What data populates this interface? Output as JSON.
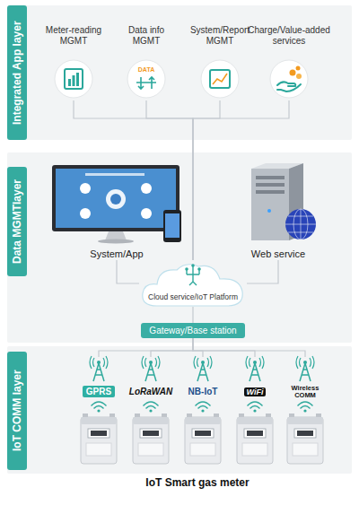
{
  "diagram": {
    "caption": "IoT Smart gas meter",
    "nodes": [
      {
        "text": [
          "Integrated App layer"
        ]
      },
      {
        "text": [
          "Meter-reading MGMT"
        ],
        "in": 0
      },
      {
        "text": [
          "Data info MGMT"
        ],
        "in": 0
      },
      {
        "text": [
          "System/Report MGMT"
        ],
        "in": 0
      },
      {
        "text": [
          "Charge/Value-added services"
        ],
        "in": 0
      },
      {
        "text": [
          "Data MGMTlayer"
        ]
      },
      {
        "text": [
          "System/App"
        ],
        "in": 5
      },
      {
        "text": [
          "Web service"
        ],
        "in": 5
      },
      {
        "text": [
          "Cloud service/IoT Platform"
        ],
        "in": 5
      },
      {
        "text": [
          "Gateway/Base station"
        ],
        "in": 5
      },
      {
        "text": [
          "IoT COMM layer"
        ]
      },
      {
        "text": [
          "GPRS"
        ],
        "in": 10
      },
      {
        "text": [
          "LoRaWAN"
        ],
        "in": 10
      },
      {
        "text": [
          "NB-IoT"
        ],
        "in": 10
      },
      {
        "text": [
          "WiFi"
        ],
        "in": 10
      },
      {
        "text": [
          "Wireless COMM"
        ],
        "in": 10
      }
    ],
    "edges": [
      {
        "from": 1,
        "to": 8,
        "arrow": "none"
      },
      {
        "from": 2,
        "to": 8,
        "arrow": "none"
      },
      {
        "from": 3,
        "to": 8,
        "arrow": "none"
      },
      {
        "from": 4,
        "to": 8,
        "arrow": "none"
      },
      {
        "from": 6,
        "to": 8,
        "arrow": "none"
      },
      {
        "from": 7,
        "to": 8,
        "arrow": "none"
      },
      {
        "from": 8,
        "to": 9,
        "arrow": "none"
      },
      {
        "from": 9,
        "to": 11,
        "arrow": "none"
      },
      {
        "from": 9,
        "to": 12,
        "arrow": "none"
      },
      {
        "from": 9,
        "to": 13,
        "arrow": "none"
      },
      {
        "from": 9,
        "to": 14,
        "arrow": "none"
      },
      {
        "from": 9,
        "to": 15,
        "arrow": "none"
      }
    ],
    "labels": [
      "DATA"
    ]
  }
}
